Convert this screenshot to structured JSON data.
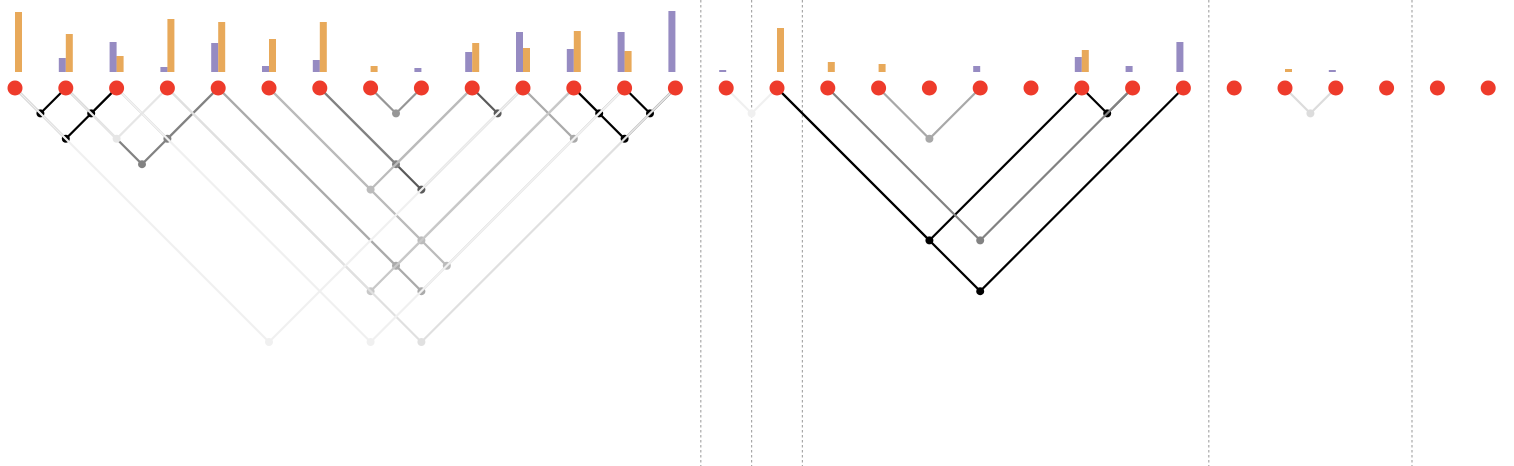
{
  "colors": {
    "node": "#EE3B2B",
    "bar_orange": "#E8A95A",
    "bar_purple": "#968BC2",
    "divider": "#A8A8A8"
  },
  "chart_data": {
    "type": "diagram",
    "leaves": 30,
    "dividers_after_leaf": [
      13,
      14,
      15,
      23,
      27
    ],
    "bars": [
      {
        "leaf": 0,
        "orange": 60,
        "purple": 0
      },
      {
        "leaf": 1,
        "orange": 38,
        "purple": 14
      },
      {
        "leaf": 2,
        "orange": 16,
        "purple": 30
      },
      {
        "leaf": 3,
        "orange": 53,
        "purple": 5
      },
      {
        "leaf": 4,
        "orange": 50,
        "purple": 29
      },
      {
        "leaf": 5,
        "orange": 33,
        "purple": 6
      },
      {
        "leaf": 6,
        "orange": 50,
        "purple": 12
      },
      {
        "leaf": 7,
        "orange": 6,
        "purple": 0
      },
      {
        "leaf": 8,
        "orange": 0,
        "purple": 4
      },
      {
        "leaf": 9,
        "orange": 29,
        "purple": 20
      },
      {
        "leaf": 10,
        "orange": 24,
        "purple": 40
      },
      {
        "leaf": 11,
        "orange": 41,
        "purple": 23
      },
      {
        "leaf": 12,
        "orange": 21,
        "purple": 40
      },
      {
        "leaf": 13,
        "orange": 0,
        "purple": 61
      },
      {
        "leaf": 14,
        "orange": 0,
        "purple": 2
      },
      {
        "leaf": 15,
        "orange": 44,
        "purple": 0
      },
      {
        "leaf": 16,
        "orange": 10,
        "purple": 0
      },
      {
        "leaf": 17,
        "orange": 8,
        "purple": 0
      },
      {
        "leaf": 19,
        "orange": 0,
        "purple": 6
      },
      {
        "leaf": 21,
        "orange": 22,
        "purple": 15
      },
      {
        "leaf": 22,
        "orange": 0,
        "purple": 6
      },
      {
        "leaf": 23,
        "orange": 0,
        "purple": 30
      },
      {
        "leaf": 25,
        "orange": 3,
        "purple": 0
      },
      {
        "leaf": 26,
        "orange": 0,
        "purple": 2
      }
    ],
    "arcs": [
      {
        "i": 0,
        "j": 1,
        "shade": "#000000"
      },
      {
        "i": 1,
        "j": 2,
        "shade": "#000000"
      },
      {
        "i": 0,
        "j": 2,
        "shade": "#000000"
      },
      {
        "i": 12,
        "j": 13,
        "shade": "#000000"
      },
      {
        "i": 11,
        "j": 12,
        "shade": "#000000"
      },
      {
        "i": 11,
        "j": 13,
        "shade": "#000000"
      },
      {
        "i": 1,
        "j": 4,
        "shade": "#828282"
      },
      {
        "i": 2,
        "j": 4,
        "shade": "#828282"
      },
      {
        "i": 7,
        "j": 8,
        "shade": "#969696"
      },
      {
        "i": 9,
        "j": 10,
        "shade": "#5A5A5A"
      },
      {
        "i": 6,
        "j": 10,
        "shade": "#5A5A5A"
      },
      {
        "i": 6,
        "j": 9,
        "shade": "#828282"
      },
      {
        "i": 10,
        "j": 12,
        "shade": "#AAAAAA"
      },
      {
        "i": 4,
        "j": 12,
        "shade": "#AAAAAA"
      },
      {
        "i": 4,
        "j": 11,
        "shade": "#AAAAAA"
      },
      {
        "i": 5,
        "j": 11,
        "shade": "#BBBBBB"
      },
      {
        "i": 5,
        "j": 12,
        "shade": "#BBBBBB"
      },
      {
        "i": 5,
        "j": 9,
        "shade": "#BBBBBB"
      },
      {
        "i": 3,
        "j": 11,
        "shade": "#C8C8C8"
      },
      {
        "i": 3,
        "j": 13,
        "shade": "#E0E0E0"
      },
      {
        "i": 0,
        "j": 10,
        "shade": "#F0F0F0"
      },
      {
        "i": 2,
        "j": 12,
        "shade": "#F0F0F0"
      },
      {
        "i": 1,
        "j": 3,
        "shade": "#E6E6E6"
      },
      {
        "i": 14,
        "j": 15,
        "shade": "#F0F0F0"
      },
      {
        "i": 15,
        "j": 23,
        "shade": "#000000"
      },
      {
        "i": 15,
        "j": 21,
        "shade": "#000000"
      },
      {
        "i": 21,
        "j": 22,
        "shade": "#000000"
      },
      {
        "i": 16,
        "j": 22,
        "shade": "#828282"
      },
      {
        "i": 17,
        "j": 19,
        "shade": "#A8A8A8"
      },
      {
        "i": 25,
        "j": 26,
        "shade": "#DCDCDC"
      }
    ]
  }
}
